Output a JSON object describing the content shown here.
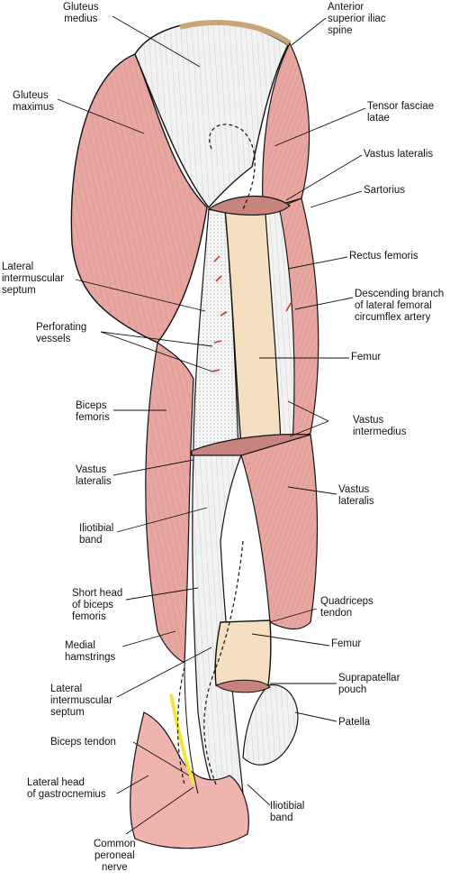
{
  "labels": {
    "gluteus_medius": [
      "Gluteus",
      "medius"
    ],
    "anterior_superior_iliac_spine": [
      "Anterior",
      "superior iliac",
      "spine"
    ],
    "gluteus_maximus": [
      "Gluteus",
      "maximus"
    ],
    "tensor_fasciae_latae": [
      "Tensor fasciae",
      "latae"
    ],
    "vastus_lateralis_top": [
      "Vastus lateralis"
    ],
    "sartorius": [
      "Sartorius"
    ],
    "rectus_femoris": [
      "Rectus femoris"
    ],
    "lateral_intermuscular_septum_top": [
      "Lateral",
      "intermuscular",
      "septum"
    ],
    "descending_branch": [
      "Descending branch",
      "of lateral femoral",
      "circumflex artery"
    ],
    "perforating_vessels": [
      "Perforating",
      "vessels"
    ],
    "femur_top": [
      "Femur"
    ],
    "biceps_femoris": [
      "Biceps",
      "femoris"
    ],
    "vastus_intermedius": [
      "Vastus",
      "intermedius"
    ],
    "vastus_lateralis_left": [
      "Vastus",
      "lateralis"
    ],
    "vastus_lateralis_right": [
      "Vastus",
      "lateralis"
    ],
    "iliotibial_band_left": [
      "Iliotibial",
      "band"
    ],
    "short_head_biceps": [
      "Short head",
      "of biceps",
      "femoris"
    ],
    "quadriceps_tendon": [
      "Quadriceps",
      "tendon"
    ],
    "medial_hamstrings": [
      "Medial",
      "hamstrings"
    ],
    "femur_bottom": [
      "Femur"
    ],
    "lateral_intermuscular_septum_bottom": [
      "Lateral",
      "intermuscular",
      "septum"
    ],
    "suprapatellar_pouch": [
      "Suprapatellar",
      "pouch"
    ],
    "patella": [
      "Patella"
    ],
    "biceps_tendon": [
      "Biceps tendon"
    ],
    "lateral_head_gastrocnemius": [
      "Lateral head",
      "of gastrocnemius"
    ],
    "iliotibial_band_bottom": [
      "Iliotibial",
      "band"
    ],
    "common_peroneal_nerve": [
      "Common",
      "peroneal",
      "nerve"
    ]
  },
  "colors": {
    "muscle": "#e8a6a0",
    "muscle_dark": "#b5615c",
    "muscle_light": "#f3c9c4",
    "fascia": "#f2f2f2",
    "bone": "#f4dfc0",
    "bone_dark": "#c9a57a",
    "nerve": "#f1e43a",
    "vessel": "#c0392b",
    "line": "#111111"
  }
}
